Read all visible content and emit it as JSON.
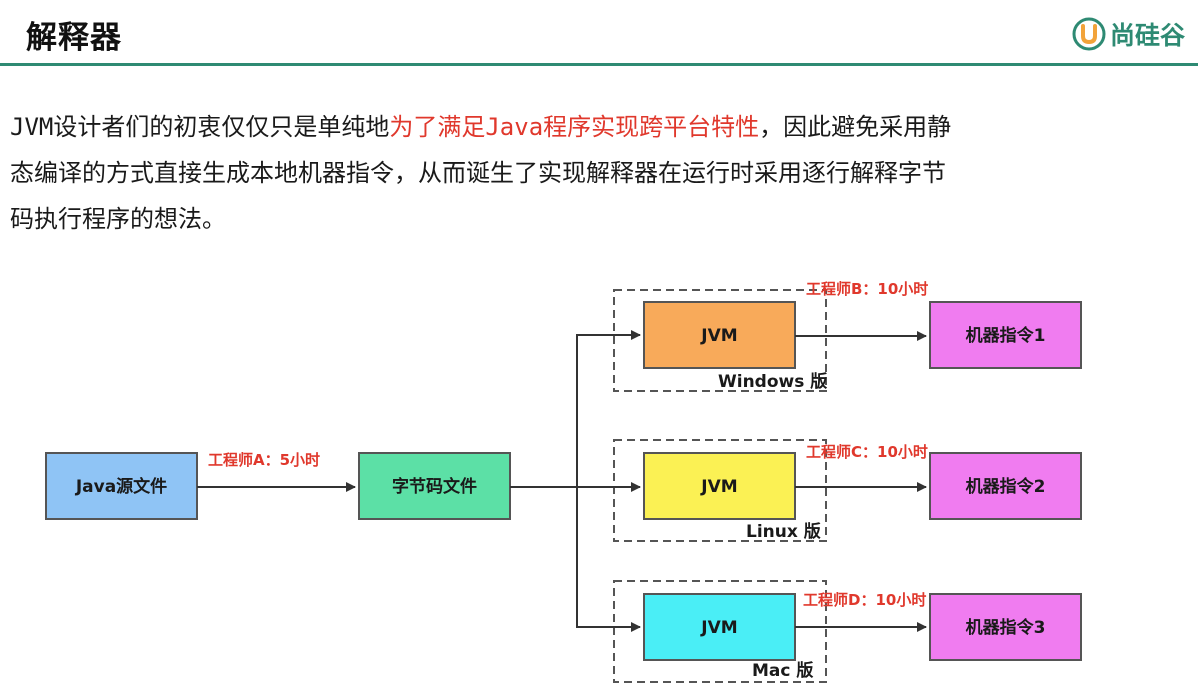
{
  "header": {
    "title": "解释器",
    "logo_text": "尚硅谷",
    "rule_color": "#2e8a73"
  },
  "paragraph": {
    "before": "JVM设计者们的初衷仅仅只是单纯地",
    "highlight": "为了满足Java程序实现跨平台特性",
    "after_line1": "，因此避免采用静",
    "line2": "态编译的方式直接生成本地机器指令，从而诞生了实现解释器在运行时采用逐行解释字节",
    "line3": "码执行程序的想法。",
    "highlight_color": "#e0382c"
  },
  "diagram": {
    "source": {
      "label": "Java源文件",
      "color": "#8fc4f5"
    },
    "bytecode": {
      "label": "字节码文件",
      "color": "#5ce0a6"
    },
    "engineer_a": "工程师A：5小时",
    "branches": [
      {
        "jvm_label": "JVM",
        "jvm_color": "#f8aa5a",
        "platform": "Windows 版",
        "engineer": "工程师B：10小时",
        "output": "机器指令1",
        "output_color": "#f07cf0"
      },
      {
        "jvm_label": "JVM",
        "jvm_color": "#fbf154",
        "platform": "Linux 版",
        "engineer": "工程师C：10小时",
        "output": "机器指令2",
        "output_color": "#f07cf0"
      },
      {
        "jvm_label": "JVM",
        "jvm_color": "#4aeef6",
        "platform": "Mac 版",
        "engineer": "工程师D：10小时",
        "output": "机器指令3",
        "output_color": "#f07cf0"
      }
    ]
  }
}
